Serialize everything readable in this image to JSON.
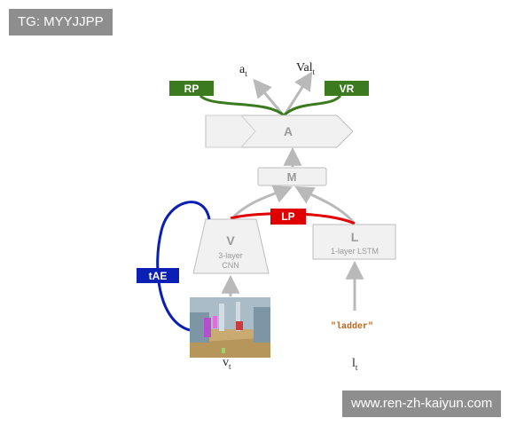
{
  "overlays": {
    "top_left": "TG: MYYJJPP",
    "bottom_right": "www.ren-zh-kaiyun.com"
  },
  "outputs": {
    "action": {
      "main": "a",
      "sub": "t"
    },
    "value": {
      "main": "Val",
      "sub": "t"
    }
  },
  "tags": {
    "rp": "RP",
    "vr": "VR",
    "lp": "LP",
    "tae": "tAE"
  },
  "modules": {
    "a": {
      "title": "A"
    },
    "m": {
      "title": "M"
    },
    "v": {
      "title": "V",
      "line1": "3-layer",
      "line2": "CNN"
    },
    "l": {
      "title": "L",
      "line1": "1-layer LSTM"
    }
  },
  "inputs": {
    "instruction": "\"ladder\"",
    "vision_label": {
      "main": "v",
      "sub": "t"
    },
    "language_label": {
      "main": "l",
      "sub": "t"
    }
  },
  "colors": {
    "green": "#3b7a1e",
    "red": "#e00000",
    "blue": "#0a1fb4",
    "gray_arrow": "#b9b9b9",
    "box_fill": "#f1f1f1",
    "box_stroke": "#bdbdbd",
    "ladder_text": "#b8651a"
  }
}
